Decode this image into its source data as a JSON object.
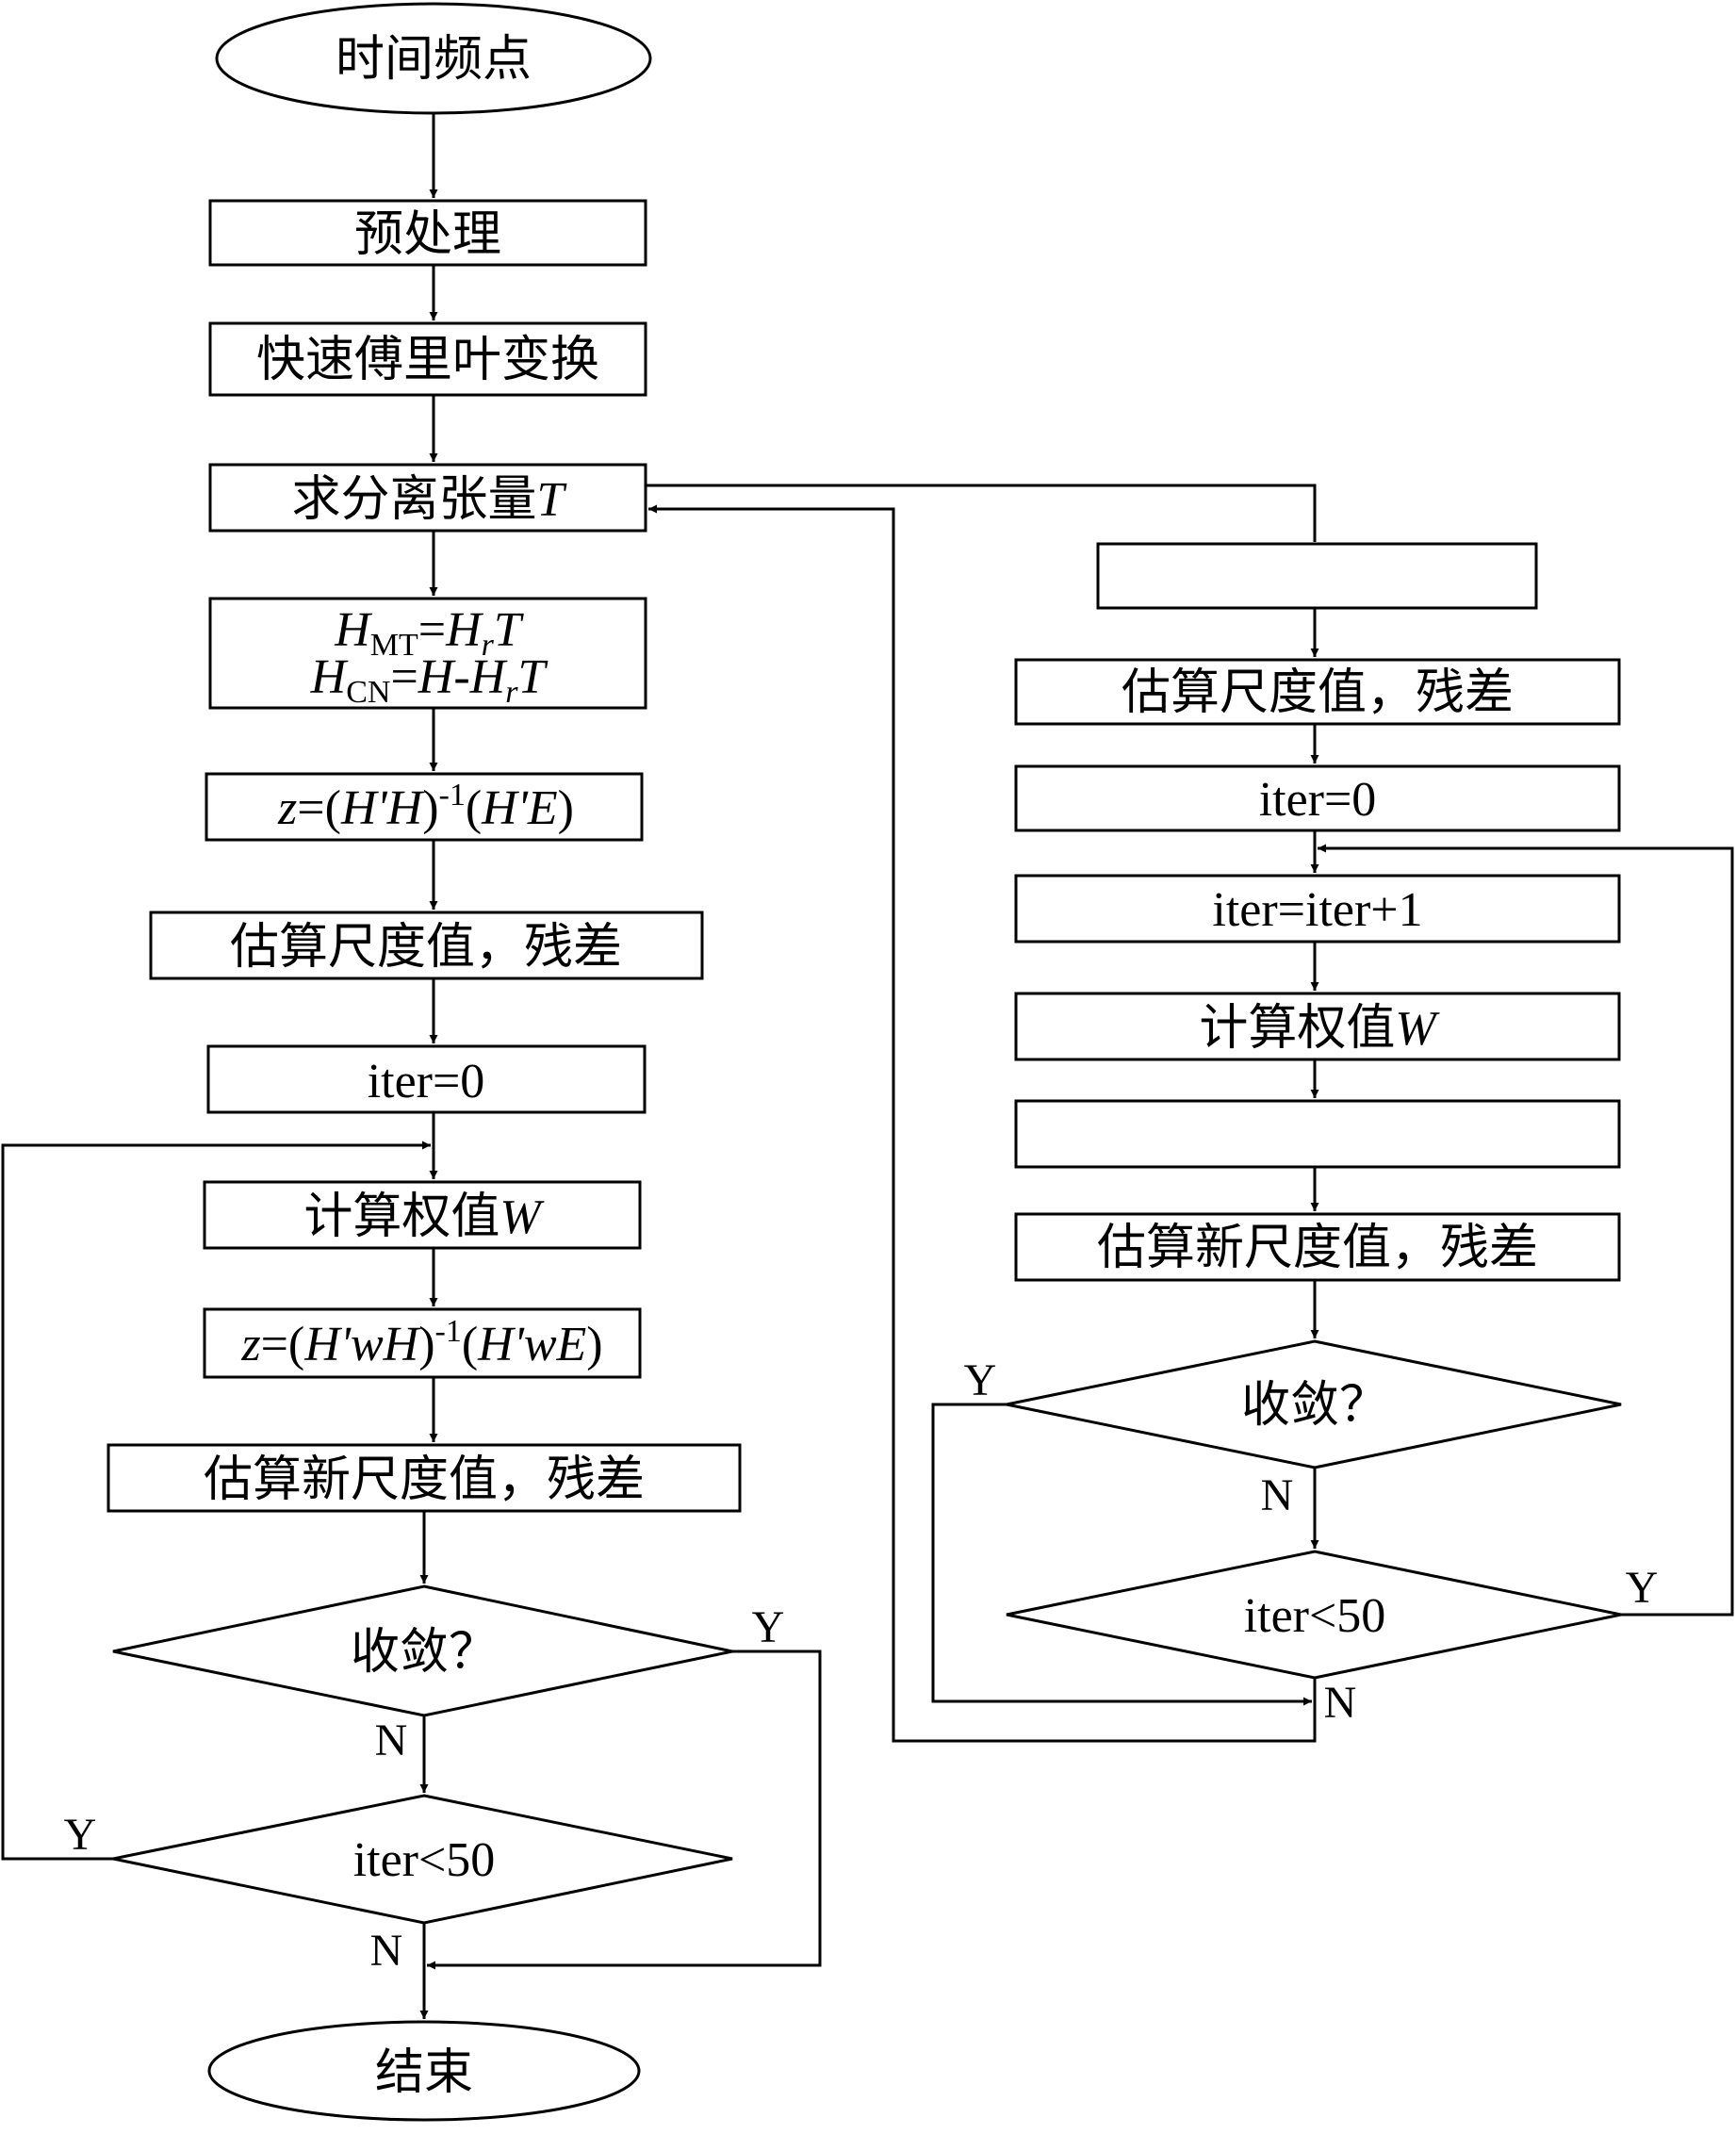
{
  "left": {
    "start": "时间频点",
    "preprocess": "预处理",
    "fft": "快速傅里叶变换",
    "separate": {
      "prefix": "求分离张量",
      "var": "T"
    },
    "hmt": {
      "h": "H",
      "sub": "MT",
      "eq": "=",
      "hr": "H",
      "r": "r",
      "t": "T"
    },
    "hcn": {
      "h": "H",
      "sub": "CN",
      "eq": "=",
      "hm": "H-",
      "hr": "H",
      "r": "r",
      "t": "T"
    },
    "ls": {
      "z": "z",
      "a": "=(",
      "h1": "H'H",
      "b": ")",
      "exp": "-1",
      "c": "(",
      "h2": "H'E",
      "d": ")"
    },
    "estimate": "估算尺度值，残差",
    "iter0": "iter=0",
    "weight": {
      "prefix": "计算权值",
      "var": "W"
    },
    "wls": {
      "z": "z",
      "a": "=(",
      "h1": "H'wH",
      "b": ")",
      "exp": "-1",
      "c": "(",
      "h2": "H'wE",
      "d": ")"
    },
    "estimate_new": "估算新尺度值，残差",
    "converge": "收敛？",
    "iter_lt": "iter<50",
    "end": "结束",
    "y1": "Y",
    "n1": "N",
    "y2": "Y",
    "n2": "N"
  },
  "right": {
    "top_box": "",
    "estimate": "估算尺度值，残差",
    "iter0": "iter=0",
    "iter_inc": "iter=iter+1",
    "weight": {
      "prefix": "计算权值",
      "var": "W"
    },
    "blank_box": "",
    "estimate_new": "估算新尺度值，残差",
    "converge": "收敛？",
    "iter_lt": "iter<50",
    "y1": "Y",
    "n1": "N",
    "y2": "Y",
    "n2": "N"
  }
}
